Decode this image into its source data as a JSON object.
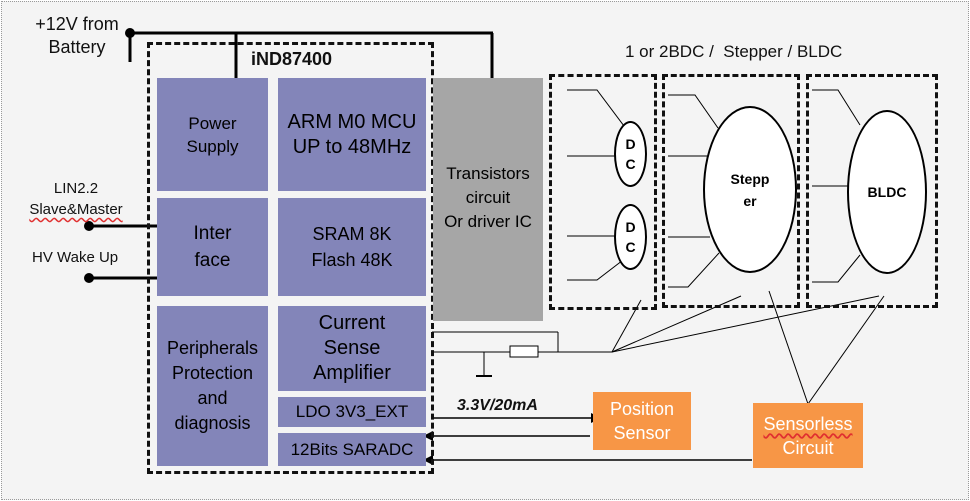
{
  "power": {
    "label": "+12V from\nBattery"
  },
  "chip": {
    "title": "iND87400"
  },
  "blocks": {
    "power_supply": "Power\nSupply",
    "mcu": "ARM M0 MCU\nUP to 48MHz",
    "interface": "Inter\nface",
    "memory": "SRAM 8K\nFlash 48K",
    "peripherals": "Peripherals\nProtection\nand\ndiagnosis",
    "current_sense": "Current\nSense\nAmplifier",
    "ldo": "LDO 3V3_EXT",
    "adc": "12Bits SARADC",
    "transistors": "Transistors\ncircuit\nOr driver IC"
  },
  "pins": {
    "lin": "LIN2.2\nSlave&Master",
    "lin_underlined": "Slave&Master",
    "wake": "HV Wake Up"
  },
  "motors": {
    "heading": "1 or 2BDC /  Stepper / BLDC",
    "dc1": "D\nC",
    "dc2": "D\nC",
    "stepper": "Stepp\ner",
    "bldc": "BLDC"
  },
  "sensors": {
    "position": "Position\nSensor",
    "sensorless": "Sensorless\nCircuit",
    "ldo_rating": "3.3V/20mA"
  },
  "colors": {
    "block": "#8385b9",
    "transistor": "#a6a6a6",
    "orange": "#f79646"
  }
}
